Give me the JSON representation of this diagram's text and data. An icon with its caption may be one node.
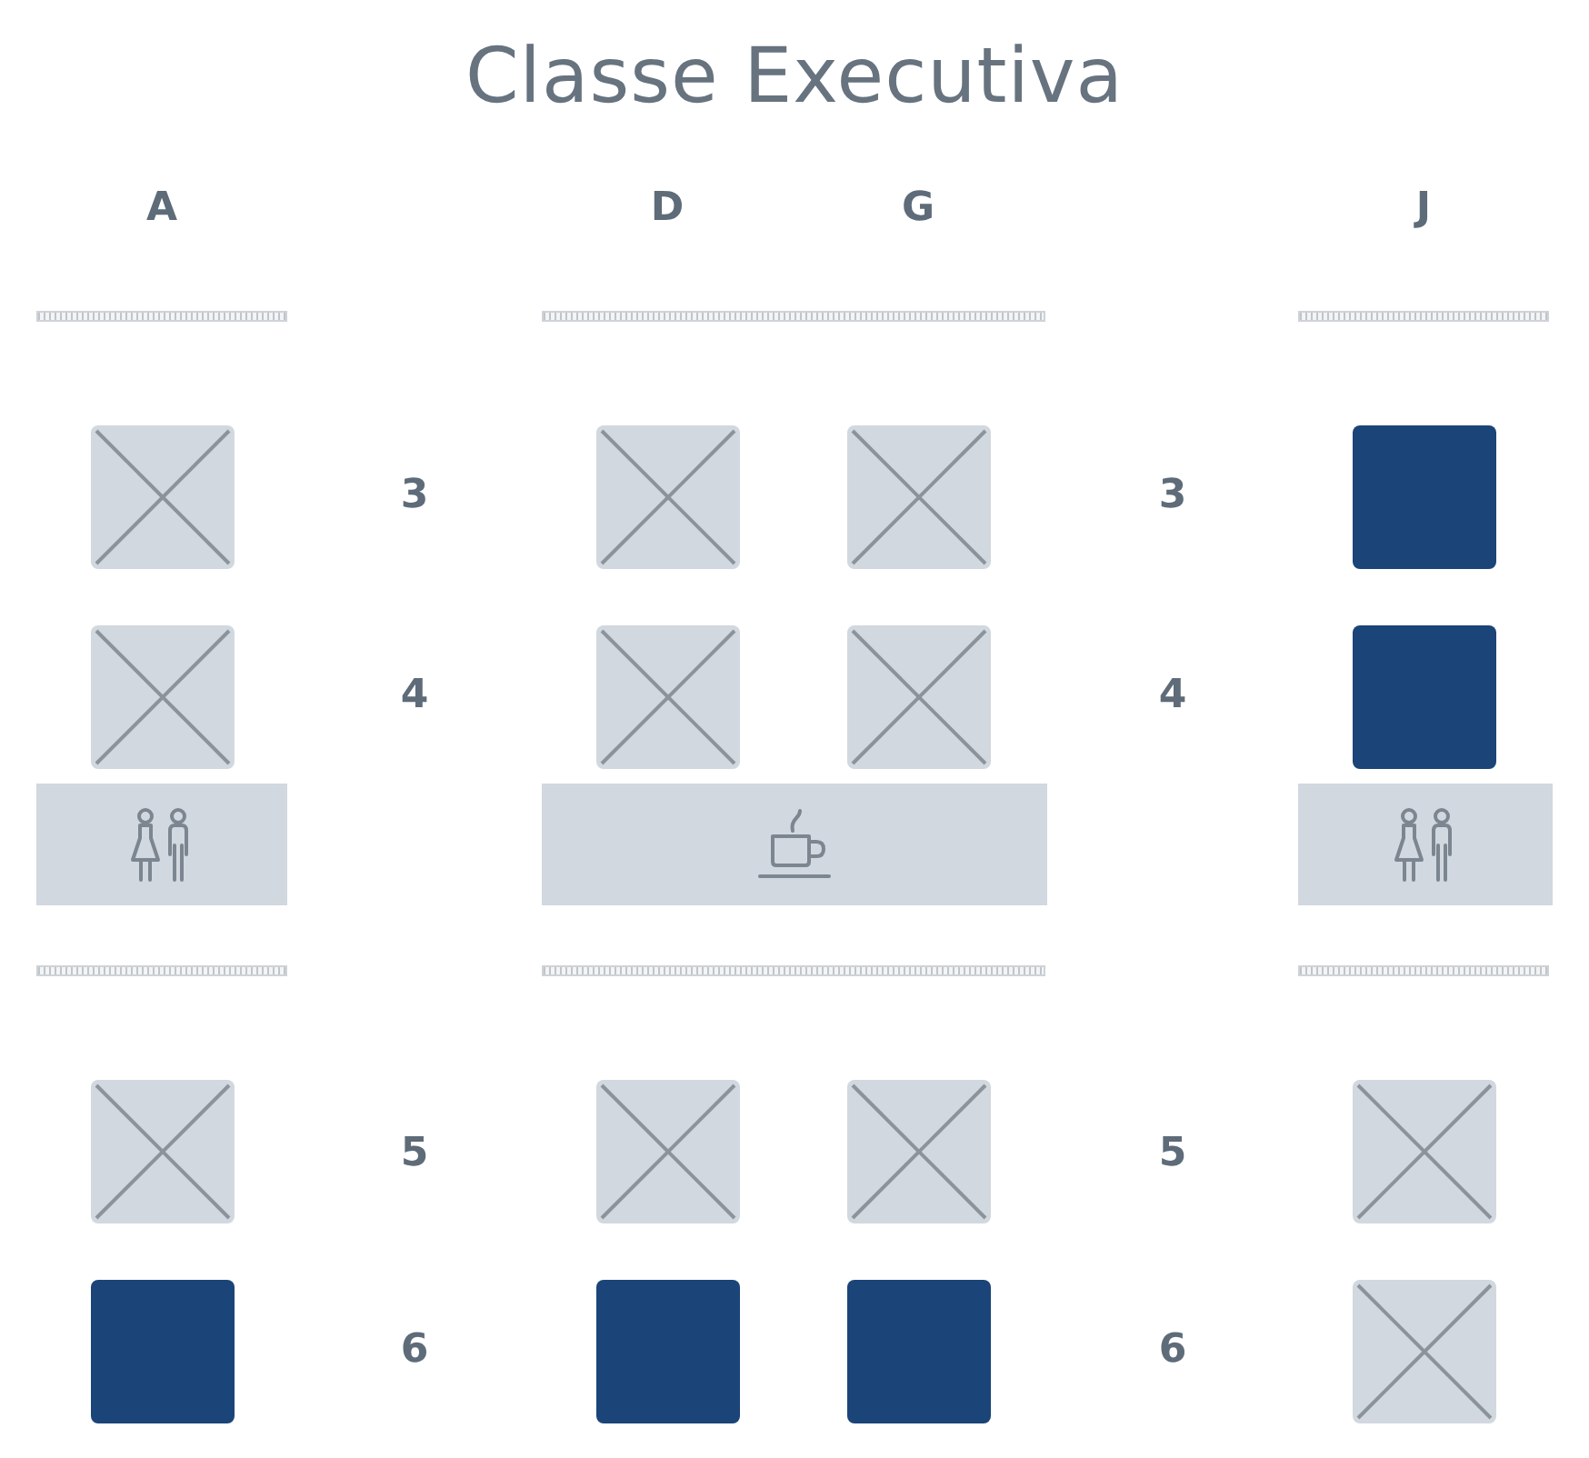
{
  "diagram": {
    "title": "Classe Executiva",
    "labels": [
      "A",
      "D",
      "G",
      "J",
      "3",
      "3",
      "4",
      "4",
      "5",
      "5",
      "6",
      "6"
    ]
  }
}
